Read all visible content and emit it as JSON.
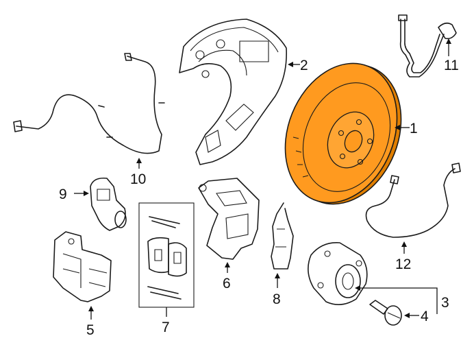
{
  "colors": {
    "rotor_fill": "#FF9A1F",
    "rotor_edge": "#E07E00",
    "line": "#1a1a1a",
    "background": "#ffffff"
  },
  "callouts": {
    "c1": "1",
    "c2": "2",
    "c3": "3",
    "c4": "4",
    "c5": "5",
    "c6": "6",
    "c7": "7",
    "c8": "8",
    "c9": "9",
    "c10": "10",
    "c11": "11",
    "c12": "12"
  }
}
